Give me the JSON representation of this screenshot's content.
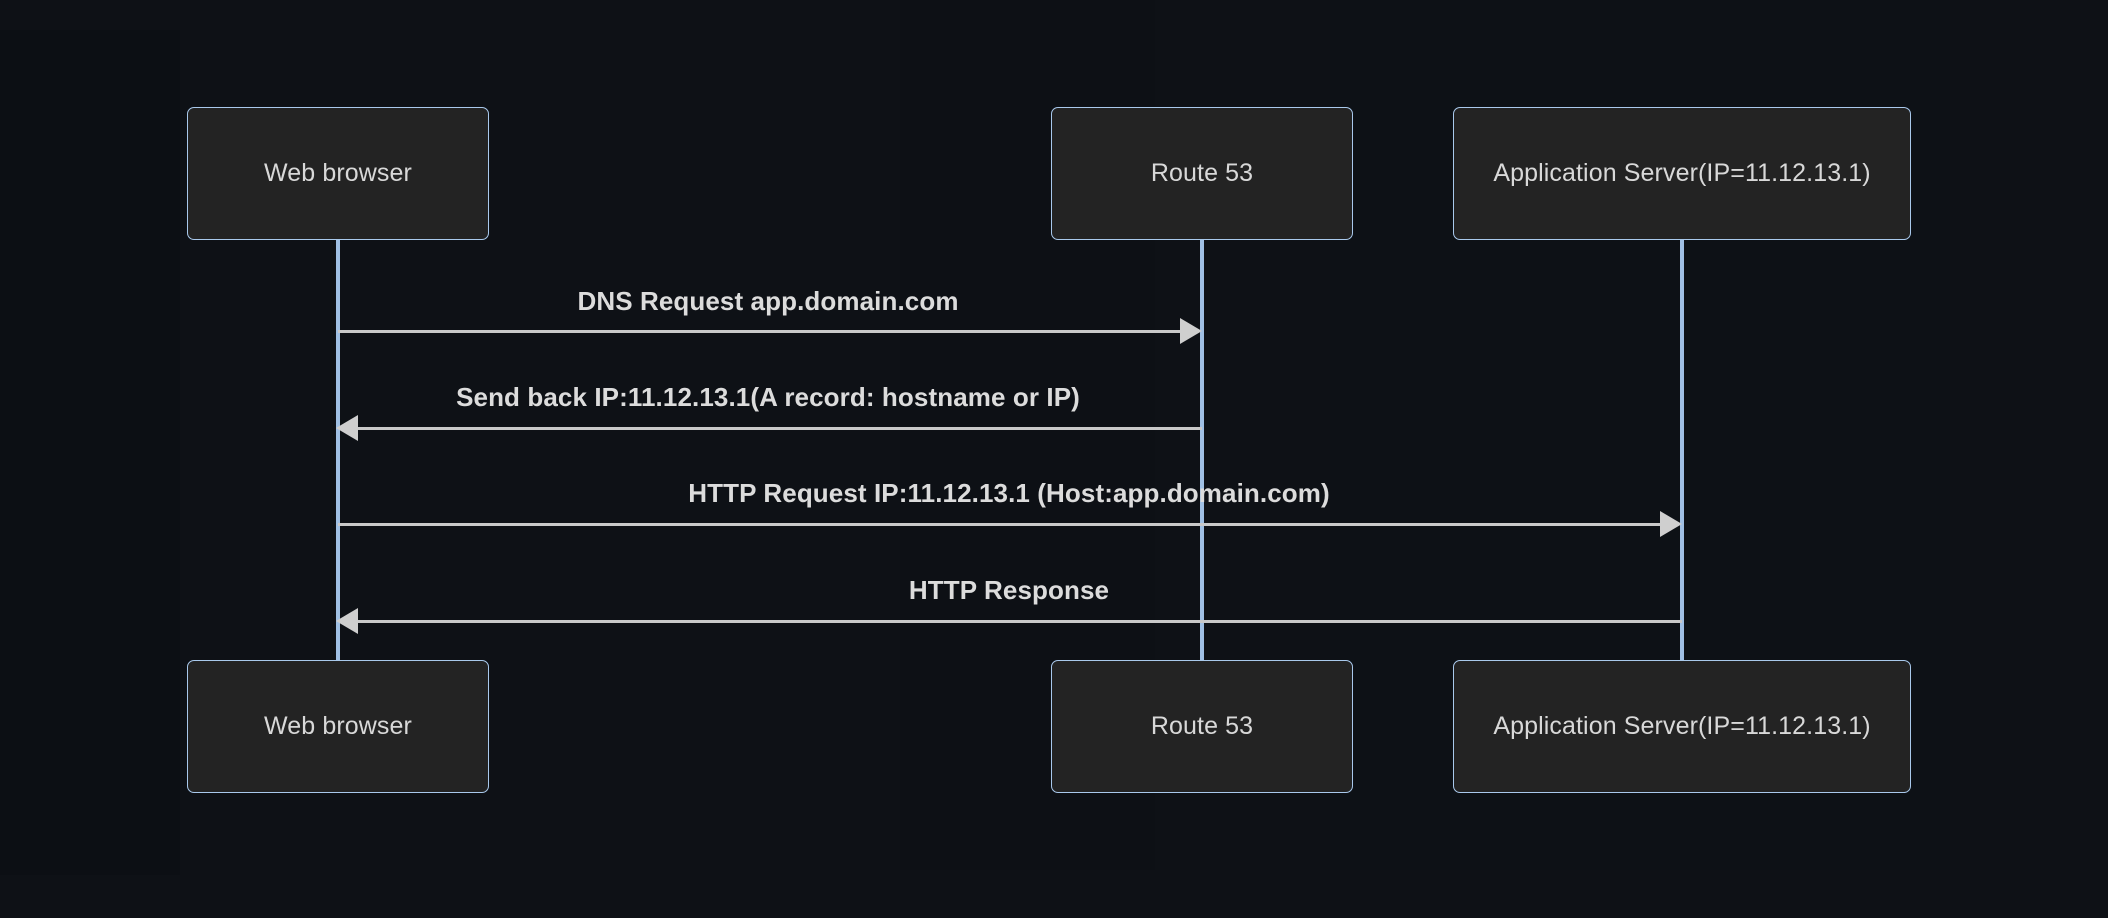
{
  "diagram": {
    "type": "sequence-diagram",
    "background_color": "#0e1116",
    "box_fill_color": "#232323",
    "box_border_color": "#a9c9ec",
    "lifeline_color": "#a0c0e4",
    "message_line_color": "#c9c9c9",
    "text_color": "#dcdcdc"
  },
  "participants": [
    {
      "id": "web-browser",
      "label": "Web browser"
    },
    {
      "id": "route-53",
      "label": "Route 53"
    },
    {
      "id": "application-server",
      "label": "Application Server(IP=11.12.13.1)"
    }
  ],
  "participants_bottom": [
    {
      "id": "web-browser",
      "label": "Web browser"
    },
    {
      "id": "route-53",
      "label": "Route 53"
    },
    {
      "id": "application-server",
      "label": "Application Server(IP=11.12.13.1)"
    }
  ],
  "messages": [
    {
      "index": 1,
      "label": "DNS Request app.domain.com",
      "from": "web-browser",
      "to": "route-53",
      "direction": "right"
    },
    {
      "index": 2,
      "label": "Send back IP:11.12.13.1(A record: hostname or IP)",
      "from": "route-53",
      "to": "web-browser",
      "direction": "left"
    },
    {
      "index": 3,
      "label": "HTTP Request IP:11.12.13.1 (Host:app.domain.com)",
      "from": "web-browser",
      "to": "application-server",
      "direction": "right"
    },
    {
      "index": 4,
      "label": "HTTP Response",
      "from": "application-server",
      "to": "web-browser",
      "direction": "left"
    }
  ]
}
